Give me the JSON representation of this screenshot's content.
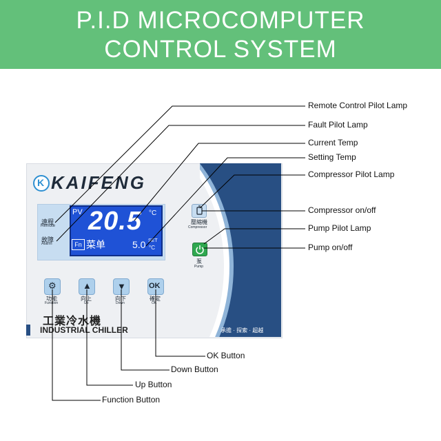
{
  "header": {
    "title_line1": "P.I.D MICROCOMPUTER",
    "title_line2": "CONTROL SYSTEM"
  },
  "panel": {
    "logo": "KAIFENG",
    "indicators": {
      "remote_zh": "遠程",
      "remote_en": "Remote",
      "alarm_zh": "故障",
      "alarm_en": "Alarm"
    },
    "display": {
      "pv_label": "PV",
      "temp_value": "20.5",
      "unit": "°C",
      "fn_label": "Fn",
      "menu_label": "菜单",
      "set_value": "5.0",
      "set_label": "SET",
      "set_unit": "°C"
    },
    "compressor": {
      "zh": "壓縮機",
      "en": "Compressor"
    },
    "pump": {
      "zh": "泵",
      "en": "Pump"
    },
    "keys": [
      {
        "symbol": "⚙",
        "zh": "功能",
        "en": "Function"
      },
      {
        "symbol": "▲",
        "zh": "向上",
        "en": "Up"
      },
      {
        "symbol": "▼",
        "zh": "向下",
        "en": "Down"
      },
      {
        "symbol": "OK",
        "zh": "確定",
        "en": "OK"
      }
    ],
    "brand_zh": "工業冷水機",
    "brand_en": "INDUSTRIAL CHILLER",
    "slogan": "承擔 · 探索 · 超越"
  },
  "callouts": {
    "remote_control_pilot_lamp": "Remote Control Pilot Lamp",
    "fault_pilot_lamp": "Fault Pilot Lamp",
    "current_temp": "Current Temp",
    "setting_temp": "Setting Temp",
    "compressor_pilot_lamp": "Compressor Pilot Lamp",
    "compressor_on_off": "Compressor on/off",
    "pump_pilot_lamp": "Pump Pilot Lamp",
    "pump_on_off": "Pump on/off",
    "ok_button": "OK Button",
    "down_button": "Down Button",
    "up_button": "Up Button",
    "function_button": "Function Button"
  },
  "colors": {
    "banner": "#63c07a",
    "panel_dark_blue": "#284f83",
    "lcd_blue": "#1f52d6",
    "pump_green": "#2fa84f"
  }
}
